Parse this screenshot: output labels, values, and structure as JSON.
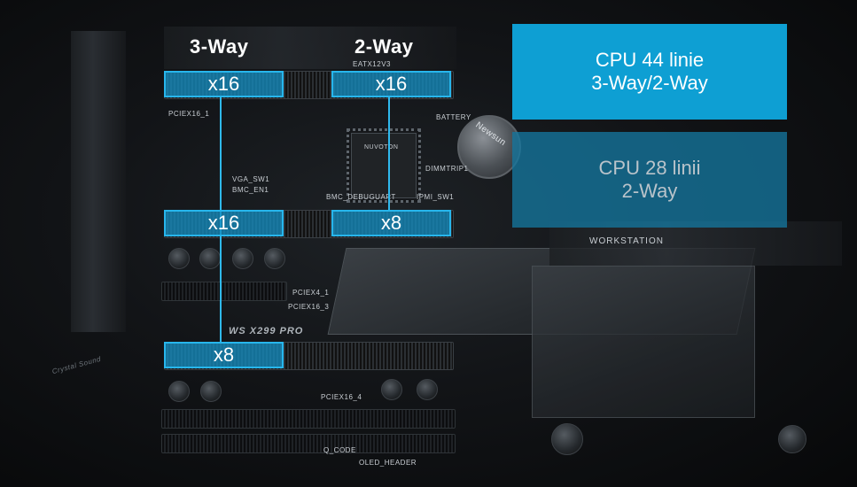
{
  "way_labels": {
    "three_way": "3-Way",
    "two_way": "2-Way"
  },
  "slots": {
    "slot1_left": "x16",
    "slot1_right": "x16",
    "slot2_left": "x16",
    "slot2_right": "x8",
    "slot3_left": "x8"
  },
  "info_boxes": {
    "cpu44": {
      "line1": "CPU 44 linie",
      "line2": "3-Way/2-Way"
    },
    "cpu28": {
      "line1": "CPU 28 linii",
      "line2": "2-Way"
    }
  },
  "board_silkscreen": {
    "eatx": "EATX12V3",
    "pciex16_1": "PCIEX16_1",
    "battery": "BATTERY",
    "vga_sw1": "VGA_SW1",
    "bmc_en1": "BMC_EN1",
    "bmc_debuguart": "BMC_DEBUGUART",
    "ipmi_sw1": "IPMI_SW1",
    "dimmtrip1": "DIMMTRIP1",
    "workstation": "WORKSTATION",
    "pciex4_1": "PCIEX4_1",
    "pciex16_3": "PCIEX16_3",
    "pciex16_4": "PCIEX16_4",
    "model": "WS X299 PRO",
    "q_code": "Q_CODE",
    "oled_header": "OLED_HEADER",
    "chip_brand": "NUVOTON",
    "battery_brand": "Newsun",
    "crystal_sound": "Crystal Sound"
  },
  "colors": {
    "accent": "#27b6ec",
    "slot_fill": "#168cbe",
    "cpu44_box": "#0e9fd3",
    "cpu28_box": "#14769e"
  }
}
